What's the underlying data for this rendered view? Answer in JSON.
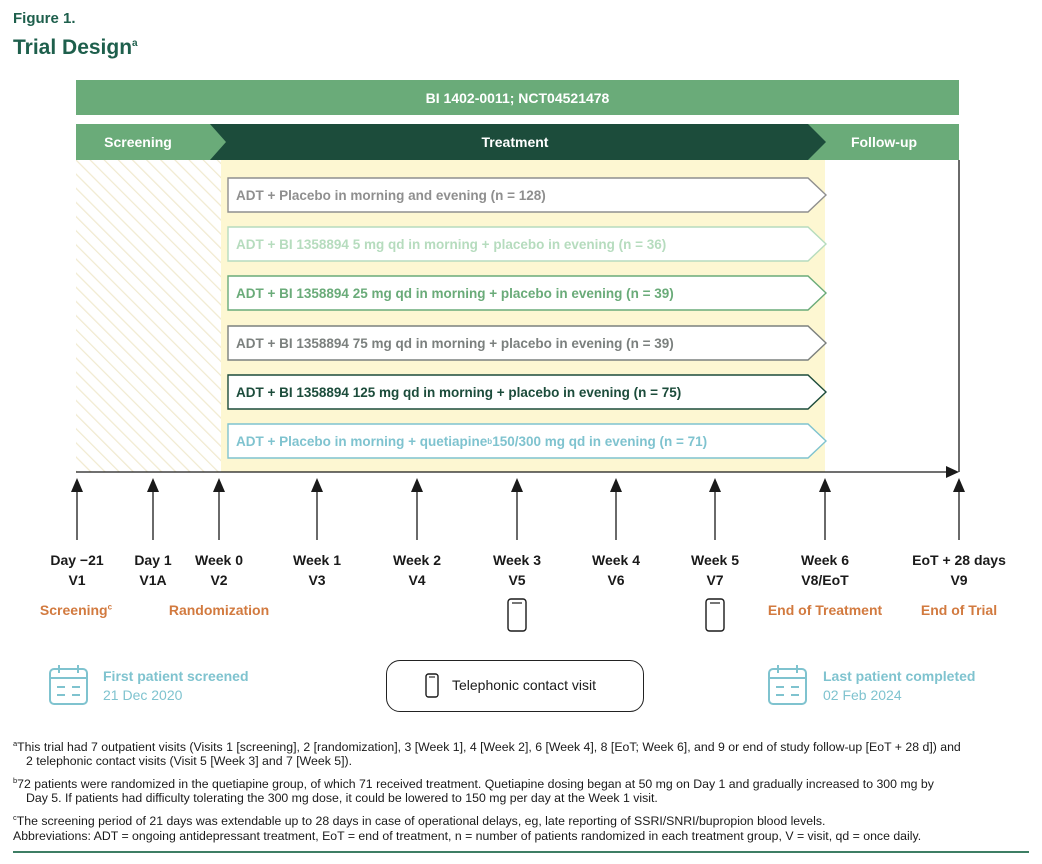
{
  "figure": {
    "label": "Figure 1.",
    "title": "Trial Design",
    "title_sup": "a"
  },
  "trial_bar": "BI 1402-0011; NCT04521478",
  "phases": {
    "screening": "Screening",
    "treatment": "Treatment",
    "followup": "Follow-up"
  },
  "arms": [
    {
      "prefix": "ADT + Placebo in morning and evening (n = 128)",
      "sup": "",
      "suffix": "",
      "color": "#8f8f8f"
    },
    {
      "prefix": "ADT + BI 1358894 5 mg qd in morning + placebo in evening (n = 36)",
      "sup": "",
      "suffix": "",
      "color": "#b6dcbe"
    },
    {
      "prefix": "ADT + BI 1358894 25 mg qd in morning + placebo in evening (n = 39)",
      "sup": "",
      "suffix": "",
      "color": "#6aab79"
    },
    {
      "prefix": "ADT + BI 1358894 75 mg qd in morning + placebo in evening (n = 39)",
      "sup": "",
      "suffix": "",
      "color": "#7b807e"
    },
    {
      "prefix": "ADT + BI 1358894 125 mg qd in morning + placebo in evening (n = 75)",
      "sup": "",
      "suffix": "",
      "color": "#1c4c3b"
    },
    {
      "prefix": "ADT + Placebo in morning + quetiapine",
      "sup": "b",
      "suffix": " 150/300 mg qd in evening (n = 71)",
      "color": "#7fc3cf"
    }
  ],
  "timepoints": [
    {
      "day": "Day −21",
      "visit": "V1"
    },
    {
      "day": "Day 1",
      "visit": "V1A"
    },
    {
      "day": "Week 0",
      "visit": "V2"
    },
    {
      "day": "Week 1",
      "visit": "V3"
    },
    {
      "day": "Week 2",
      "visit": "V4"
    },
    {
      "day": "Week 3",
      "visit": "V5"
    },
    {
      "day": "Week 4",
      "visit": "V6"
    },
    {
      "day": "Week 5",
      "visit": "V7"
    },
    {
      "day": "Week 6",
      "visit": "V8/EoT"
    },
    {
      "day": "EoT + 28 days",
      "visit": "V9"
    }
  ],
  "milestones": {
    "screening": "Screening",
    "screening_sup": "c",
    "randomization": "Randomization",
    "end_treatment": "End of Treatment",
    "end_trial": "End of Trial"
  },
  "info": {
    "first_title": "First patient screened",
    "first_date": "21 Dec 2020",
    "last_title": "Last patient completed",
    "last_date": "02 Feb 2024"
  },
  "legend": {
    "telephonic": "Telephonic contact visit"
  },
  "footnotes": {
    "a_sup": "a",
    "a_l1": "This trial had 7 outpatient visits (Visits 1 [screening], 2 [randomization], 3 [Week 1], 4 [Week 2], 6 [Week 4], 8 [EoT; Week 6], and 9 or end of study follow-up [EoT + 28 d]) and",
    "a_l2": "2 telephonic contact visits (Visit 5 [Week 3] and 7 [Week 5]).",
    "b_sup": "b",
    "b_l1": "72 patients were randomized in the quetiapine group, of which 71 received treatment. Quetiapine dosing began at 50 mg on Day 1 and gradually increased to 300 mg by",
    "b_l2": "Day 5. If patients had difficulty tolerating the 300 mg dose, it could be lowered to 150 mg per day at the Week 1 visit.",
    "c_sup": "c",
    "c_l1": "The screening period of 21 days was extendable up to 28 days in case of operational delays, eg, late reporting of SSRI/SNRI/bupropion blood levels.",
    "abbrev": "Abbreviations: ADT = ongoing antidepressant treatment, EoT = end of treatment, n = number of patients randomized in each treatment group, V = visit, qd = once daily."
  },
  "colors": {
    "dark_green": "#1c4c3b",
    "mid_green": "#6aab79",
    "light_green": "#b6dcbe",
    "teal": "#7fc3cf",
    "orange": "#d27a3f",
    "treatment_bg": "#fdf7d2"
  }
}
